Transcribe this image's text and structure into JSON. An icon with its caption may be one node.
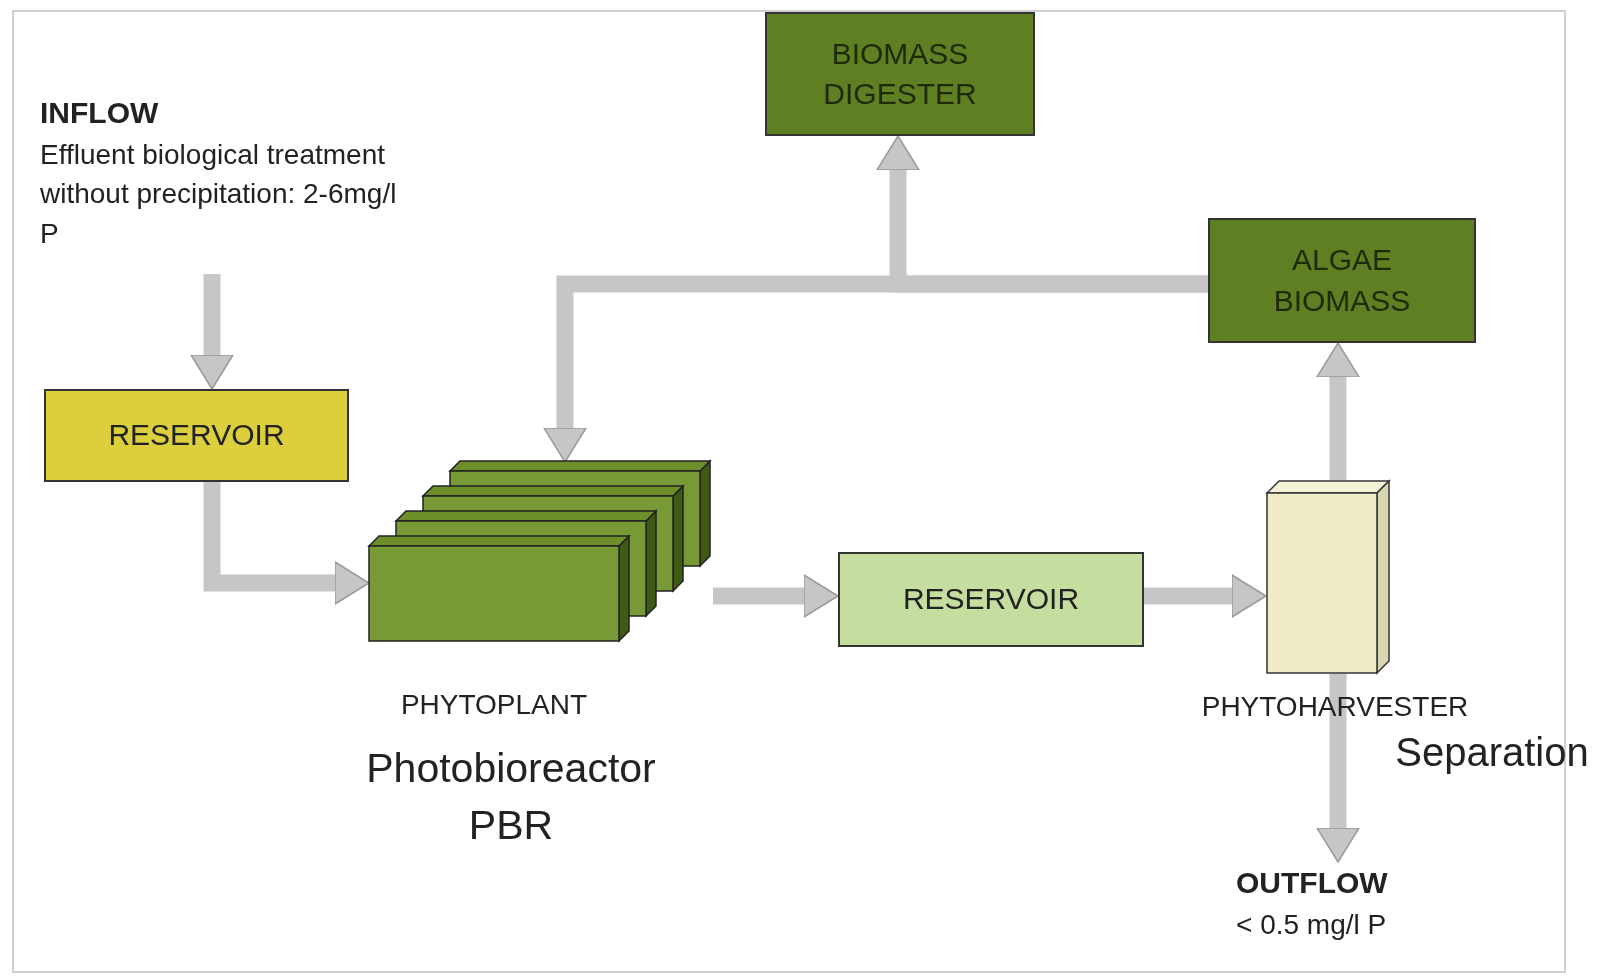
{
  "diagram": {
    "nodes": [
      {
        "text": [
          "INFLOW",
          "Effluent biological treatment without precipitation: 2-6mg/l P"
        ]
      },
      {
        "text": [
          "RESERVOIR"
        ]
      },
      {
        "text": [],
        "shape": "box",
        "beside": [
          "PHYTOPLANT",
          "Photobioreactor PBR"
        ]
      },
      {
        "text": [
          "RESERVOIR"
        ]
      },
      {
        "text": [],
        "shape": "box",
        "beside": [
          "PHYTOHARVESTER",
          "Separation"
        ]
      },
      {
        "text": [
          "ALGAE BIOMASS"
        ]
      },
      {
        "text": [
          "BIOMASS DIGESTER"
        ]
      },
      {
        "text": [
          "OUTFLOW",
          "< 0.5 mg/l P"
        ]
      }
    ],
    "edges": [
      {
        "from": 0,
        "to": 1,
        "arrow": "to"
      },
      {
        "from": 1,
        "to": 2,
        "arrow": "to"
      },
      {
        "from": 2,
        "to": 3,
        "arrow": "to"
      },
      {
        "from": 3,
        "to": 4,
        "arrow": "to"
      },
      {
        "from": 4,
        "to": 5,
        "arrow": "to"
      },
      {
        "from": 5,
        "to": 6,
        "arrow": "to"
      },
      {
        "from": 5,
        "to": 2,
        "arrow": "to"
      },
      {
        "from": 4,
        "to": 7,
        "arrow": "to"
      }
    ]
  }
}
